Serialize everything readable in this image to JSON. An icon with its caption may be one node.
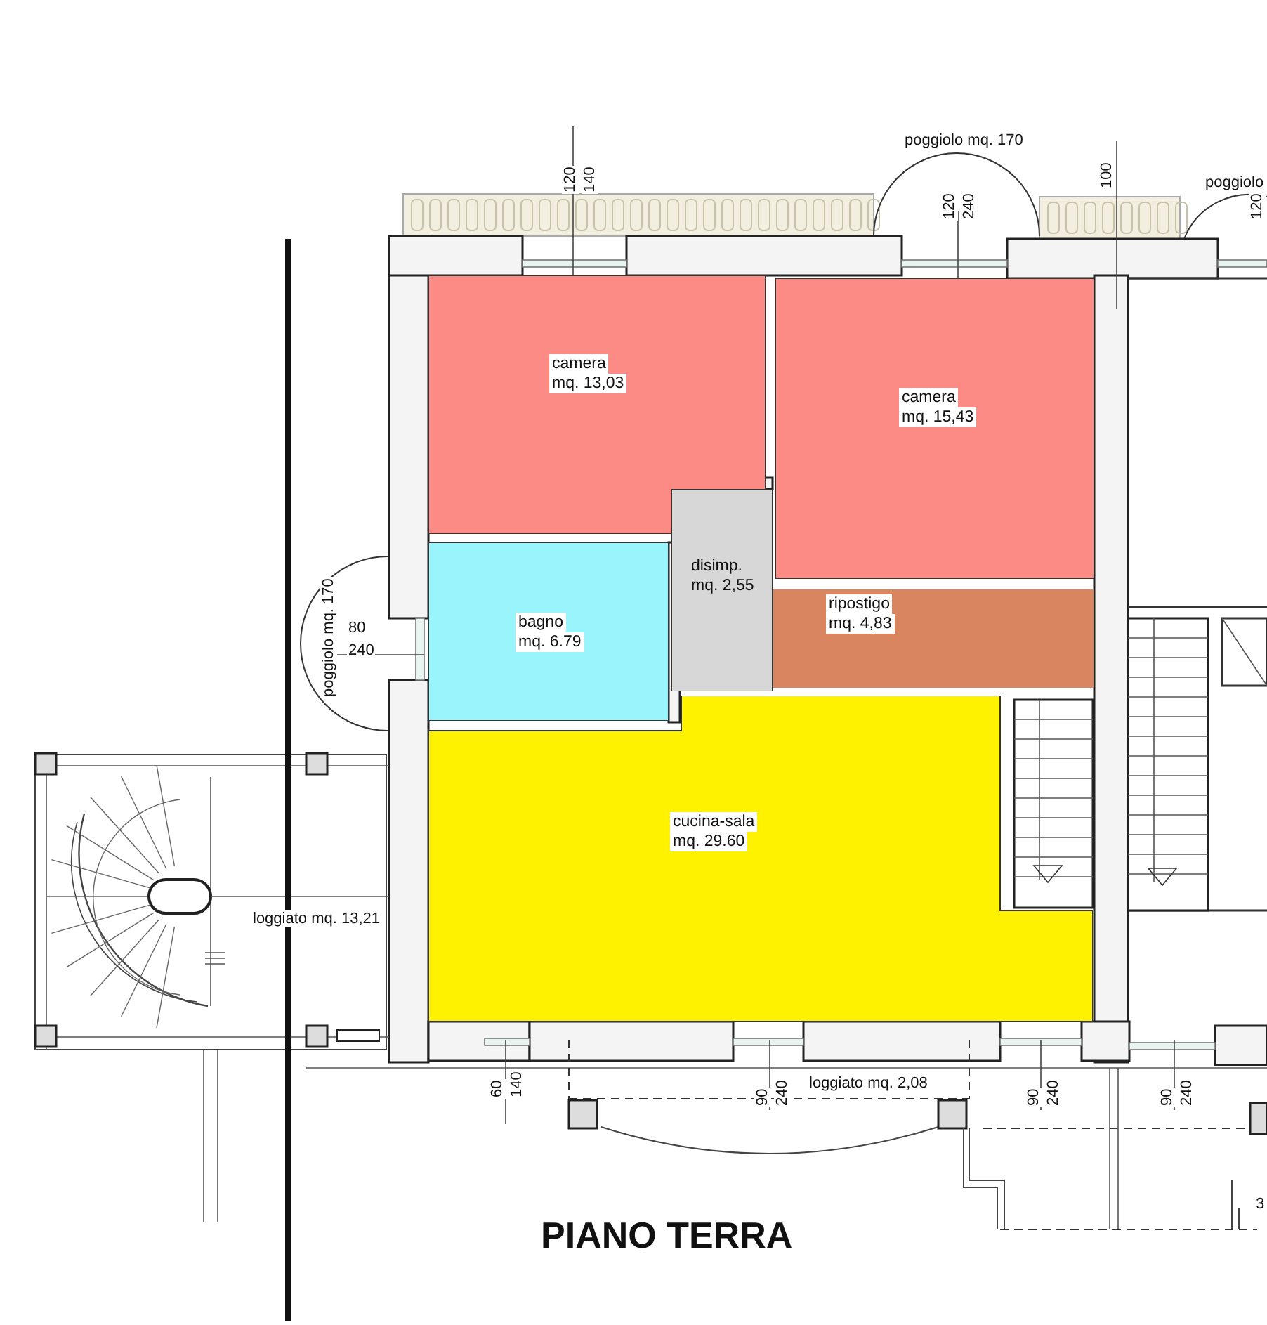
{
  "diagram": {
    "title": "PIANO TERRA",
    "nodes": [
      {
        "text": [
          "camera",
          "mq. 13,03"
        ]
      },
      {
        "text": [
          "camera",
          "mq. 15,43"
        ]
      },
      {
        "text": [
          "disimp.",
          "mq. 2,55"
        ]
      },
      {
        "text": [
          "bagno",
          "mq. 6.79"
        ]
      },
      {
        "text": [
          "ripostigo",
          "mq. 4,83"
        ]
      },
      {
        "text": [
          "cucina-sala",
          "mq. 29.60"
        ]
      }
    ],
    "labels": [
      "120",
      "140",
      "poggiolo mq. 170",
      "120",
      "240",
      "100",
      "poggiolo",
      "120",
      "poggiolo mq. 170",
      "80",
      "240",
      "loggiato mq. 13,21",
      "60",
      "140",
      "90",
      "240",
      "loggiato mq. 2,08",
      "90",
      "240",
      "90",
      "240",
      "3"
    ]
  }
}
